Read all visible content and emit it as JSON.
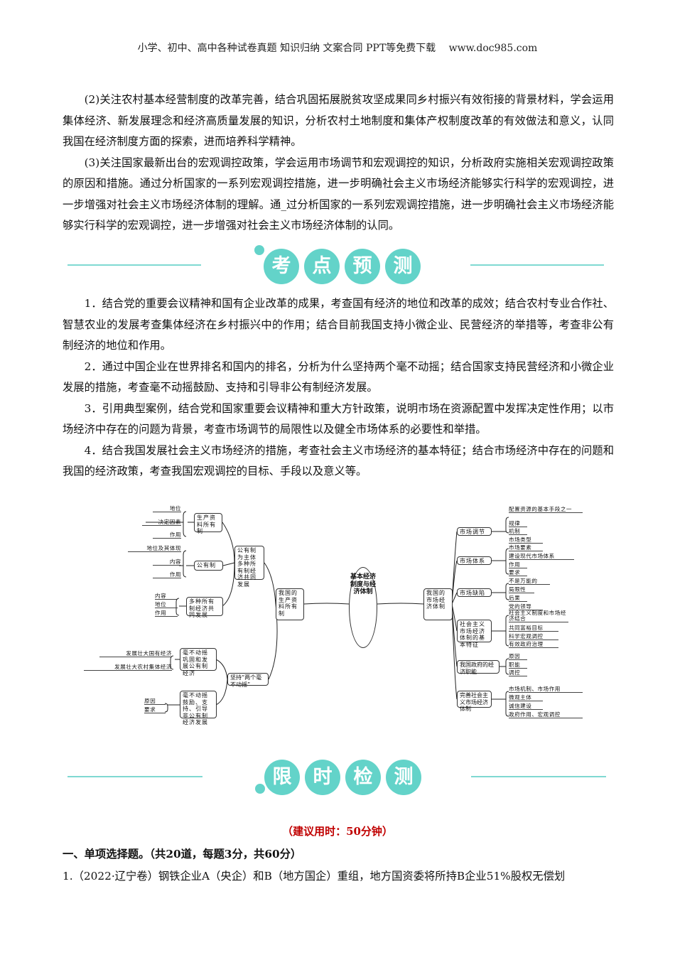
{
  "header": "小学、初中、高中各种试卷真题 知识归纳 文案合同 PPT等免费下载　 www.doc985.com",
  "intro_paragraphs": [
    "(2)关注农村基本经营制度的改革完善，结合巩固拓展脱贫攻坚成果同乡村振兴有效衔接的背景材料，学会运用集体经济、新发展理念和经济高质量发展的知识，分析农村土地制度和集体产权制度改革的有效做法和意义，认同我国在经济制度方面的探索，进而培养科学精神。",
    "(3)关注国家最新出台的宏观调控政策，学会运用市场调节和宏观调控的知识，分析政府实施相关宏观调控政策的原因和措施。通过分析国家的一系列宏观调控措施，进一步明确社会主义市场经济能够实行科学的宏观调控，进一步增强对社会主义市场经济体制的理解。通_过分析国家的一系列宏观调控措施，进一步明确社会主义市场经济能够实行科学的宏观调控，进一步增强对社会主义市场经济体制的认同。"
  ],
  "banner1": [
    "考",
    "点",
    "预",
    "测"
  ],
  "forecast_paragraphs": [
    "1．结合党的重要会议精神和国有企业改革的成果，考查国有经济的地位和改革的成效；结合农村专业合作社、智慧农业的发展考查集体经济在乡村振兴中的作用；结合目前我国支持小微企业、民营经济的举措等，考查非公有制经济的地位和作用。",
    "2．通过中国企业在世界排名和国内的排名，分析为什么坚持两个毫不动摇；结合国家支持民营经济和小微企业发展的措施，考查毫不动摇鼓励、支持和引导非公有制经济发展。",
    "3．引用典型案例，结合党和国家重要会议精神和重大方针政策，说明市场在资源配置中发挥决定性作用；以市场经济中存在的问题为背景，考查市场调节的局限性以及健全市场体系的必要性和举措。",
    "4．结合我国发展社会主义市场经济的措施，考查社会主义市场经济的基本特征；结合市场经济中存在的问题和我国的经济政策，考查我国宏观调控的目标、手段以及意义等。"
  ],
  "mindmap": {
    "center": "基本经济制度与经济体制",
    "left_root": "我国的生产资料所有制",
    "ownership": "公有制为主体多种所有制经济共同发展",
    "means": "生产资料所有制",
    "means_leaves": [
      "地位",
      "决定因素",
      "作用"
    ],
    "public": "公有制",
    "public_leaves": [
      "地位及其体现",
      "内容",
      "作用"
    ],
    "multi": "多种所有制经济共同发展",
    "multi_leaves": [
      "内容",
      "地位",
      "作用"
    ],
    "two": "坚持“两个毫不动摇”",
    "consolidate": "毫不动摇巩固和发展公有制经济",
    "consolidate_leaves": [
      "发展壮大国有经济",
      "发展壮大农村集体经济"
    ],
    "encourage": "毫不动摇鼓励、支持、引导非公有制经济发展",
    "encourage_leaves": [
      "原因",
      "要求"
    ],
    "right_root": "我国的市场经济体制",
    "regulation": "市场调节",
    "regulation_leaves": [
      "配置资源的基本手段之一",
      "规律",
      "机制"
    ],
    "system": "市场体系",
    "system_leaves": [
      "市场类型",
      "市场要素",
      "建设现代市场体系",
      "作用",
      "要求"
    ],
    "defect": "市场缺陷",
    "defect_leaves": [
      "不是万能的",
      "局限性",
      "后果"
    ],
    "features": "社会主义市场经济体制的基本特征",
    "features_leaves": [
      "党的领导",
      "社会主义制度和市场经济结合",
      "共同富裕目标",
      "科学宏观调控",
      "有效政府治理"
    ],
    "gov": "我国政府的经济职能",
    "gov_leaves": [
      "原因",
      "职能",
      "调控"
    ],
    "improve": "完善社会主义市场经济体制",
    "improve_leaves": [
      "市场机制、市场作用",
      "微观主体",
      "诚信建设",
      "政府作用、宏观调控"
    ]
  },
  "banner2": [
    "限",
    "时",
    "检",
    "测"
  ],
  "time_tip": "（建议用时：50分钟）",
  "section_title": "一、单项选择题。（共20道，每题3分，共60分）",
  "question1": "1.（2022·辽宁卷）钢铁企业A（央企）和B（地方国企）重组，地方国资委将所持B企业51%股权无偿划",
  "colors": {
    "accent": "#63d3c9",
    "tip": "#c00000"
  }
}
